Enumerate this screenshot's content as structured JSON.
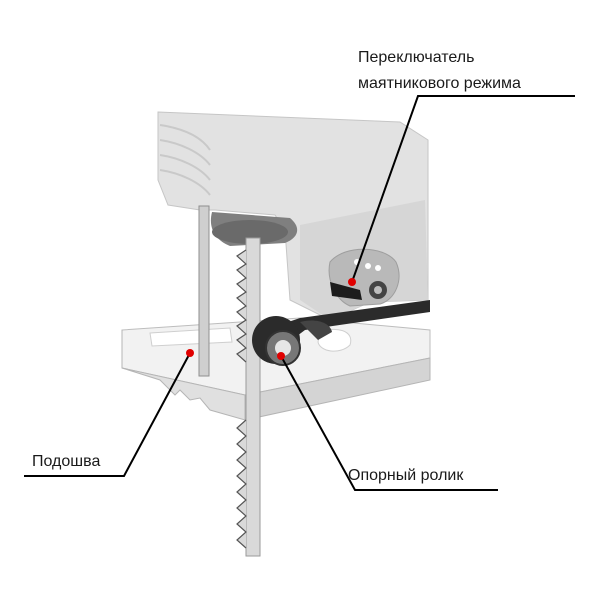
{
  "labels": {
    "pendulum_switch_line1": "Переключатель",
    "pendulum_switch_line2": "маятникового режима",
    "sole": "Подошва",
    "support_roller": "Опорный ролик"
  },
  "colors": {
    "background": "#ffffff",
    "body_light": "#e2e2e2",
    "body_mid": "#cfcfcf",
    "body_dark": "#9a9a9a",
    "metal_dark": "#2b2b2b",
    "callout_line": "#000000",
    "marker": "#e00000"
  },
  "icons": {
    "marker": "red-dot-marker"
  }
}
